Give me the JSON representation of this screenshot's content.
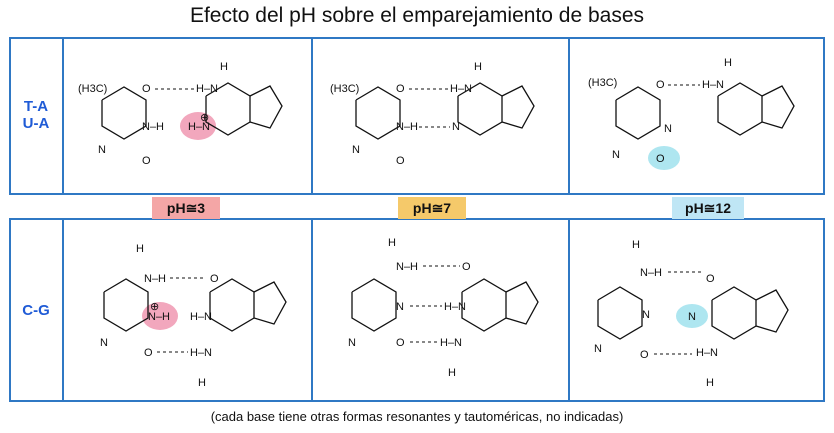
{
  "title": "Efecto del pH sobre el emparejamiento de bases",
  "rows": [
    {
      "label_line1": "T-A",
      "label_line2": "U-A"
    },
    {
      "label_line1": "C-G",
      "label_line2": ""
    }
  ],
  "ph_labels": [
    {
      "text": "pH≅3",
      "color": "#f4a6a6"
    },
    {
      "text": "pH≅7",
      "color": "#f5c96a"
    },
    {
      "text": "pH≅12",
      "color": "#bfe6f5"
    }
  ],
  "footer": "(cada base tiene otras formas resonantes y tautoméricas, no indicadas)",
  "atoms": {
    "methyl": "(H3C)",
    "O": "O",
    "N": "N",
    "H": "H",
    "NH": "N–H",
    "HN": "H–N"
  },
  "highlight_colors": {
    "protonated": "#f2a7bd",
    "deprotonated": "#aee6f0"
  },
  "frame_color": "#2f78c4",
  "label_color": "#1f5bd6"
}
